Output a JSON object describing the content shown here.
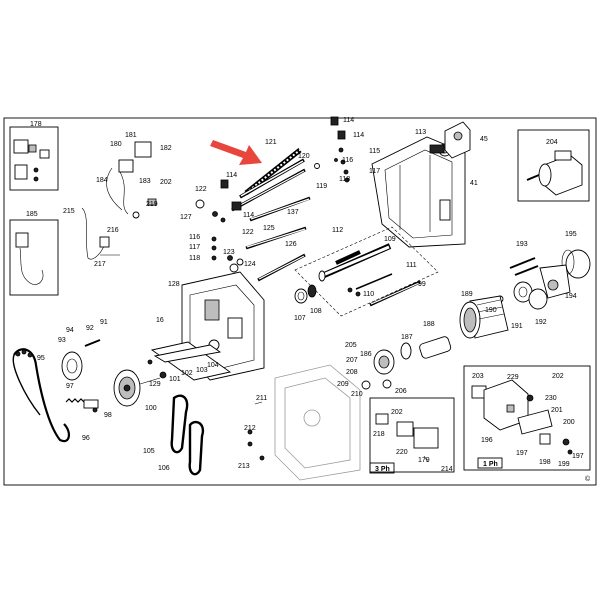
{
  "diagram": {
    "accent_color": "#e8453c",
    "copyright": "©",
    "phase_labels": {
      "three_phase": "3 Ph",
      "one_phase": "1 Ph"
    },
    "callouts": [
      {
        "id": "c178",
        "text": "178"
      },
      {
        "id": "c181",
        "text": "181"
      },
      {
        "id": "c182",
        "text": "182"
      },
      {
        "id": "c180",
        "text": "180"
      },
      {
        "id": "c184",
        "text": "184"
      },
      {
        "id": "c183",
        "text": "183"
      },
      {
        "id": "c202a",
        "text": "202"
      },
      {
        "id": "c219",
        "text": "219"
      },
      {
        "id": "c215",
        "text": "215"
      },
      {
        "id": "c216",
        "text": "216"
      },
      {
        "id": "c217",
        "text": "217"
      },
      {
        "id": "c185",
        "text": "185"
      },
      {
        "id": "c121",
        "text": "121"
      },
      {
        "id": "c120",
        "text": "120"
      },
      {
        "id": "c119",
        "text": "119"
      },
      {
        "id": "c114a",
        "text": "114"
      },
      {
        "id": "c114b",
        "text": "114"
      },
      {
        "id": "c114c",
        "text": "114"
      },
      {
        "id": "c114d",
        "text": "114"
      },
      {
        "id": "c116a",
        "text": "116"
      },
      {
        "id": "c115",
        "text": "115"
      },
      {
        "id": "c118a",
        "text": "118"
      },
      {
        "id": "c117a",
        "text": "117"
      },
      {
        "id": "c113",
        "text": "113"
      },
      {
        "id": "c45",
        "text": "45"
      },
      {
        "id": "c41",
        "text": "41"
      },
      {
        "id": "c204",
        "text": "204"
      },
      {
        "id": "c122a",
        "text": "122"
      },
      {
        "id": "c127",
        "text": "127"
      },
      {
        "id": "c122b",
        "text": "122"
      },
      {
        "id": "c137",
        "text": "137"
      },
      {
        "id": "c116b",
        "text": "116"
      },
      {
        "id": "c117b",
        "text": "117"
      },
      {
        "id": "c118b",
        "text": "118"
      },
      {
        "id": "c123",
        "text": "123"
      },
      {
        "id": "c124",
        "text": "124"
      },
      {
        "id": "c125",
        "text": "125"
      },
      {
        "id": "c126",
        "text": "126"
      },
      {
        "id": "c112",
        "text": "112"
      },
      {
        "id": "c109",
        "text": "109"
      },
      {
        "id": "c111",
        "text": "111"
      },
      {
        "id": "c110",
        "text": "110"
      },
      {
        "id": "c99",
        "text": "99"
      },
      {
        "id": "c193",
        "text": "193"
      },
      {
        "id": "c195",
        "text": "195"
      },
      {
        "id": "c128",
        "text": "128"
      },
      {
        "id": "c16",
        "text": "16"
      },
      {
        "id": "c107",
        "text": "107"
      },
      {
        "id": "c108",
        "text": "108"
      },
      {
        "id": "c189",
        "text": "189"
      },
      {
        "id": "c190",
        "text": "190"
      },
      {
        "id": "c191",
        "text": "191"
      },
      {
        "id": "c192",
        "text": "192"
      },
      {
        "id": "c194",
        "text": "194"
      },
      {
        "id": "c94",
        "text": "94"
      },
      {
        "id": "c92",
        "text": "92"
      },
      {
        "id": "c91",
        "text": "91"
      },
      {
        "id": "c93",
        "text": "93"
      },
      {
        "id": "c95",
        "text": "95"
      },
      {
        "id": "c188",
        "text": "188"
      },
      {
        "id": "c187",
        "text": "187"
      },
      {
        "id": "c186",
        "text": "186"
      },
      {
        "id": "c205",
        "text": "205"
      },
      {
        "id": "c207",
        "text": "207"
      },
      {
        "id": "c208",
        "text": "208"
      },
      {
        "id": "c206",
        "text": "206"
      },
      {
        "id": "c209",
        "text": "209"
      },
      {
        "id": "c210",
        "text": "210"
      },
      {
        "id": "c104",
        "text": "104"
      },
      {
        "id": "c103",
        "text": "103"
      },
      {
        "id": "c101",
        "text": "101"
      },
      {
        "id": "c102",
        "text": "102"
      },
      {
        "id": "c129",
        "text": "129"
      },
      {
        "id": "c97",
        "text": "97"
      },
      {
        "id": "c98",
        "text": "98"
      },
      {
        "id": "c100",
        "text": "100"
      },
      {
        "id": "c96",
        "text": "96"
      },
      {
        "id": "c211",
        "text": "211"
      },
      {
        "id": "c212",
        "text": "212"
      },
      {
        "id": "c213",
        "text": "213"
      },
      {
        "id": "c105",
        "text": "105"
      },
      {
        "id": "c106",
        "text": "106"
      },
      {
        "id": "c202b",
        "text": "202"
      },
      {
        "id": "c218",
        "text": "218"
      },
      {
        "id": "c220",
        "text": "220"
      },
      {
        "id": "c179",
        "text": "179"
      },
      {
        "id": "c214",
        "text": "214"
      },
      {
        "id": "c203",
        "text": "203"
      },
      {
        "id": "c229",
        "text": "229"
      },
      {
        "id": "c202c",
        "text": "202"
      },
      {
        "id": "c230",
        "text": "230"
      },
      {
        "id": "c201",
        "text": "201"
      },
      {
        "id": "c200",
        "text": "200"
      },
      {
        "id": "c196",
        "text": "196"
      },
      {
        "id": "c197a",
        "text": "197"
      },
      {
        "id": "c198",
        "text": "198"
      },
      {
        "id": "c199",
        "text": "199"
      },
      {
        "id": "c197b",
        "text": "197"
      }
    ]
  }
}
